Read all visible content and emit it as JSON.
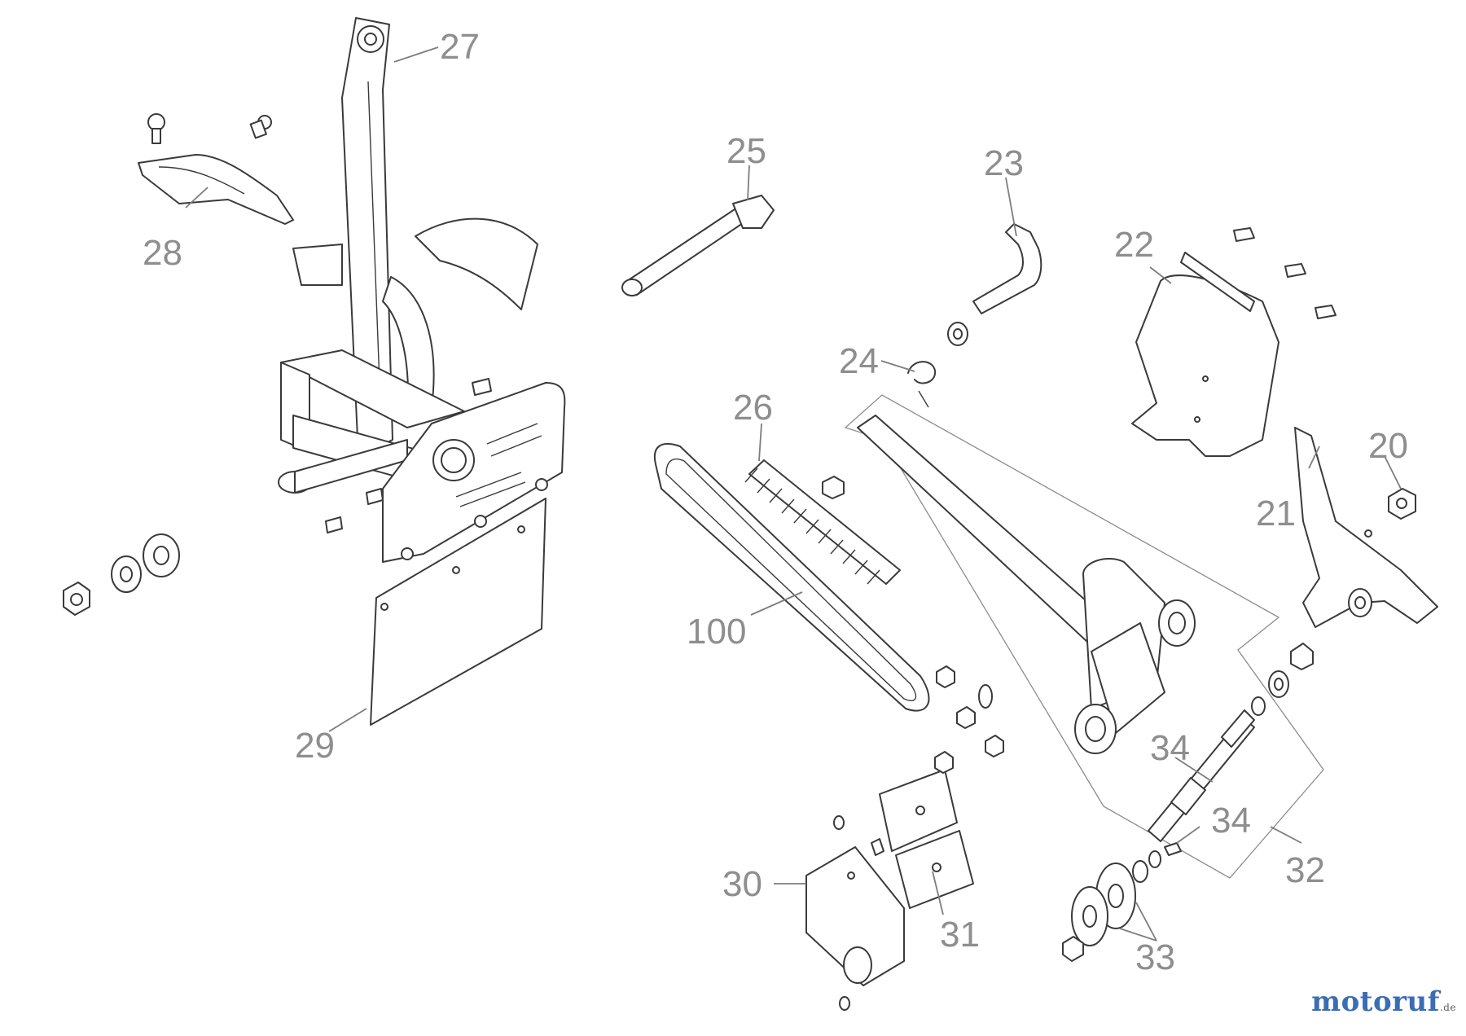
{
  "callouts": {
    "c27": "27",
    "c28": "28",
    "c25": "25",
    "c23": "23",
    "c22": "22",
    "c24": "24",
    "c26": "26",
    "c20": "20",
    "c21": "21",
    "c100": "100",
    "c29": "29",
    "c34a": "34",
    "c34b": "34",
    "c32": "32",
    "c30": "30",
    "c31": "31",
    "c33": "33"
  },
  "watermark": {
    "brand": "motoruf",
    "suffix": ".de"
  },
  "colors": {
    "callout": "#8e8e8e",
    "line": "#3a3a3a",
    "wm_blue": "#3b6db4",
    "wm_green": "#5aa02c",
    "wm_orange": "#e07b1a"
  }
}
